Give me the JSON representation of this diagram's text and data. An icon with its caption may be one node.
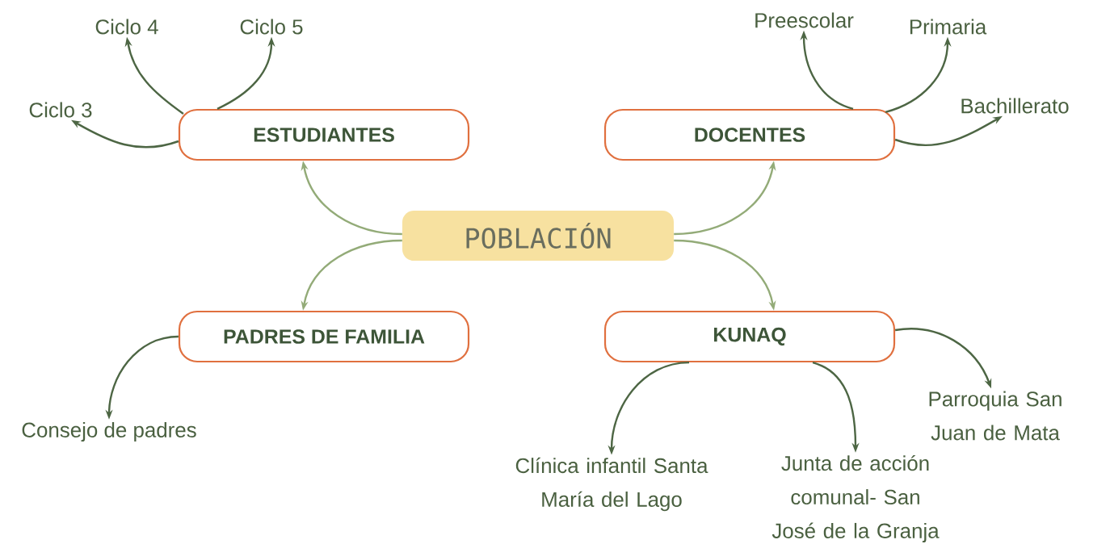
{
  "diagram": {
    "nodes": [
      {
        "text": [
          "POBLACIÓN"
        ]
      },
      {
        "text": [
          "ESTUDIANTES"
        ]
      },
      {
        "text": [
          "DOCENTES"
        ]
      },
      {
        "text": [
          "PADRES DE FAMILIA"
        ]
      },
      {
        "text": [
          "KUNAQ"
        ]
      },
      {
        "text": [
          "Ciclo 3"
        ]
      },
      {
        "text": [
          "Ciclo 4"
        ]
      },
      {
        "text": [
          "Ciclo 5"
        ]
      },
      {
        "text": [
          "Preescolar"
        ]
      },
      {
        "text": [
          "Primaria"
        ]
      },
      {
        "text": [
          "Bachillerato"
        ]
      },
      {
        "text": [
          "Consejo de padres"
        ]
      },
      {
        "text": [
          "Clínica infantil Santa María del Lago"
        ]
      },
      {
        "text": [
          "Junta de acción comunal- San José de la Granja"
        ]
      },
      {
        "text": [
          "Parroquia San Juan de Mata"
        ]
      }
    ],
    "edges": [
      {
        "from": 0,
        "to": 1,
        "arrow": "to",
        "color": "#93ab78"
      },
      {
        "from": 0,
        "to": 2,
        "arrow": "to",
        "color": "#93ab78"
      },
      {
        "from": 0,
        "to": 3,
        "arrow": "to",
        "color": "#93ab78"
      },
      {
        "from": 0,
        "to": 4,
        "arrow": "to",
        "color": "#93ab78"
      },
      {
        "from": 1,
        "to": 5,
        "arrow": "to"
      },
      {
        "from": 1,
        "to": 6,
        "arrow": "to"
      },
      {
        "from": 1,
        "to": 7,
        "arrow": "to"
      },
      {
        "from": 2,
        "to": 8,
        "arrow": "to"
      },
      {
        "from": 2,
        "to": 9,
        "arrow": "to"
      },
      {
        "from": 2,
        "to": 10,
        "arrow": "to"
      },
      {
        "from": 3,
        "to": 11,
        "arrow": "to"
      },
      {
        "from": 4,
        "to": 12,
        "arrow": "to"
      },
      {
        "from": 4,
        "to": 13,
        "arrow": "to"
      },
      {
        "from": 4,
        "to": 14,
        "arrow": "to"
      }
    ]
  }
}
